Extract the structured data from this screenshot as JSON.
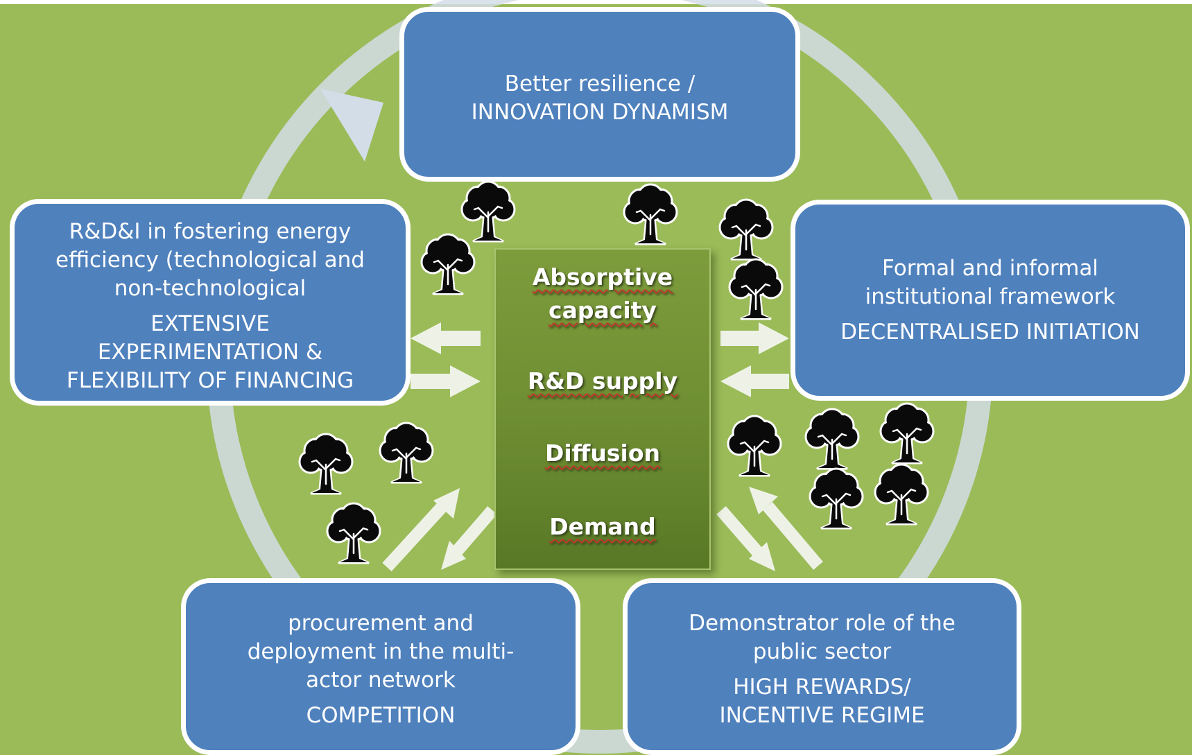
{
  "boxes": {
    "top": {
      "desc": "Better resilience /\nINNOVATION DYNAMISM",
      "key": ""
    },
    "left": {
      "desc": "R&D&I in fostering energy\nefficiency (technological and\nnon-technological",
      "key": "EXTENSIVE\nEXPERIMENTATION &\nFLEXIBILITY OF FINANCING"
    },
    "right": {
      "desc": "Formal and informal\ninstitutional framework",
      "key": "DECENTRALISED INITIATION"
    },
    "bottom_left": {
      "desc": "procurement and\ndeployment in the multi-\nactor network",
      "key": "COMPETITION"
    },
    "bottom_right": {
      "desc": "Demonstrator role of the\npublic sector",
      "key": "HIGH REWARDS/\nINCENTIVE REGIME"
    }
  },
  "center": {
    "items": [
      "Absorptive\ncapacity",
      "R&D supply",
      "Diffusion",
      "Demand"
    ]
  },
  "colors": {
    "background": "#9bbb59",
    "box_fill": "#4f81bd",
    "box_border": "#ffffff",
    "cycle_ring": "#d3dde8",
    "arrow": "#eef2e6",
    "center_fill": "#6e8d32"
  },
  "icons": {
    "tree": "tree-icon"
  }
}
